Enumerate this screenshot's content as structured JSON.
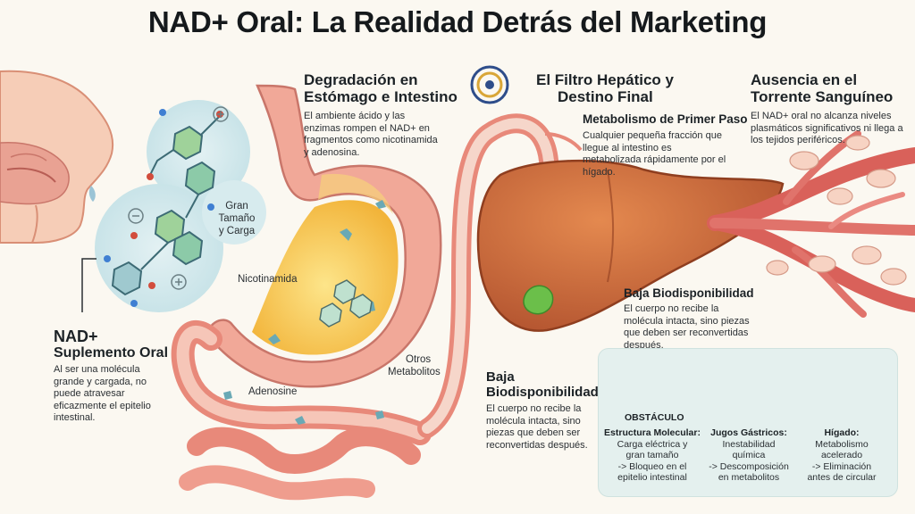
{
  "title": "NAD+ Oral: La Realidad Detrás del Marketing",
  "supplement": {
    "heading_line1": "NAD+",
    "heading_line2": "Suplemento Oral",
    "text": "Al ser una molécula grande y cargada, no puede atravesar eficazmente el epitelio intestinal."
  },
  "molecule_bubble": {
    "label_line1": "Gran",
    "label_line2": "Tamaño",
    "label_line3": "y Carga"
  },
  "stomach": {
    "heading_line1": "Degradación en",
    "heading_line2": "Estómago e Intestino",
    "text": "El ambiente ácido y las enzimas rompen el NAD+ en fragmentos como nicotinamida y adenosina.",
    "label_nicotinamida": "Nicotinamida",
    "label_adenosine": "Adenosine",
    "label_otros_line1": "Otros",
    "label_otros_line2": "Metabolitos"
  },
  "liver": {
    "heading_line1": "El Filtro Hepático y",
    "heading_line2": "Destino Final",
    "subheading": "Metabolismo de Primer Paso",
    "text": "Cualquier pequeña fracción que llegue al intestino es metabolizada rápidamente por el hígado."
  },
  "blood": {
    "heading_line1": "Ausencia en el",
    "heading_line2": "Torrente Sanguíneo",
    "text": "El NAD+ oral no alcanza niveles plasmáticos significativos ni llega a los tejidos periféricos."
  },
  "bioavail_right": {
    "heading": "Baja Biodisponibilidad",
    "text": "El cuerpo no recibe la molécula intacta, sino piezas que deben ser reconvertidas después."
  },
  "bioavail_mid": {
    "heading_line1": "Baja",
    "heading_line2": "Biodisponibilidad",
    "text": "El cuerpo no recibe la molécula intacta, sino piezas que deben ser reconvertidas después."
  },
  "obstacle_panel": {
    "label": "OBSTÁCULO",
    "items": [
      {
        "title": "Estructura Molecular:",
        "lines": [
          "Carga eléctrica y",
          "gran tamaño",
          "-> Bloqueo en el",
          "epitelio intestinal"
        ],
        "icon": "molecule-icon"
      },
      {
        "title": "Jugos Gástricos:",
        "lines": [
          "Inestabilidad",
          "química",
          "-> Descomposición",
          "en metabolitos"
        ],
        "icon": "stomach-icon"
      },
      {
        "title": "Hígado:",
        "lines": [
          "Metabolismo",
          "acelerado",
          "-> Eliminación",
          "antes de circular"
        ],
        "icon": "liver-icon"
      }
    ]
  },
  "colors": {
    "stomach_wall": "#e8897a",
    "liver": "#c8643a",
    "gallbladder": "#6bbf4a",
    "acid": "#f2c94c",
    "bubble": "#cfe6ea",
    "panel": "#e4f0ee"
  }
}
